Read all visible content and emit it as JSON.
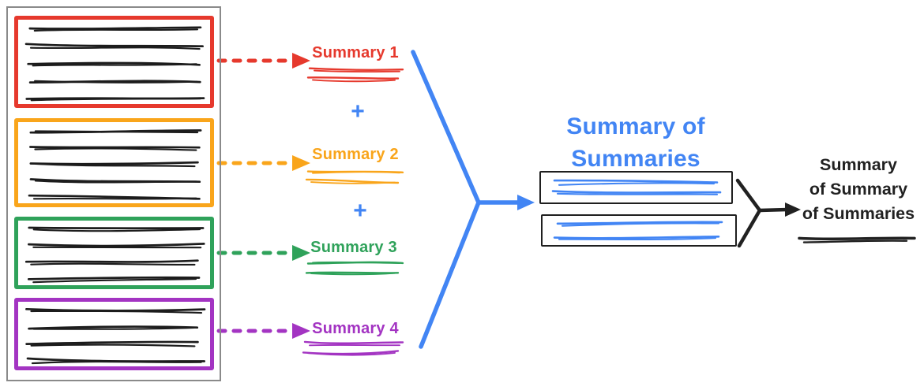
{
  "diagram_colors": {
    "accent_blue": "#4285f4",
    "ink_black": "#1c1c1c",
    "arrow_black": "#212121",
    "document_border_gray": "#8a8a8a",
    "summary_box_border": "#1f1f1f"
  },
  "source_document": {
    "chunks": [
      {
        "name": "chunk-1",
        "color": "#e6392d",
        "text_lines": 5
      },
      {
        "name": "chunk-2",
        "color": "#f9a51b",
        "text_lines": 5
      },
      {
        "name": "chunk-3",
        "color": "#2fa25a",
        "text_lines": 4
      },
      {
        "name": "chunk-4",
        "color": "#a334c2",
        "text_lines": 4
      }
    ]
  },
  "chunk_summaries": [
    {
      "label": "Summary 1",
      "color": "#e6392d",
      "scribble_lines": 2
    },
    {
      "label": "Summary 2",
      "color": "#f9a51b",
      "scribble_lines": 2
    },
    {
      "label": "Summary 3",
      "color": "#2fa25a",
      "scribble_lines": 2
    },
    {
      "label": "Summary 4",
      "color": "#a334c2",
      "scribble_lines": 2
    }
  ],
  "plus_sign": "+",
  "summary_of_summaries": {
    "title_lines": [
      "Summary of",
      "Summaries"
    ],
    "color": "#4285f4",
    "box_border_color": "#1f1f1f",
    "boxes": [
      {
        "name": "summary-of-summaries-box-1",
        "text_lines": 2
      },
      {
        "name": "summary-of-summaries-box-2",
        "text_lines": 2
      }
    ]
  },
  "final_summary": {
    "label_lines": [
      "Summary",
      "of Summary",
      "of Summaries"
    ],
    "color": "#212121",
    "scribble_lines": 1
  }
}
